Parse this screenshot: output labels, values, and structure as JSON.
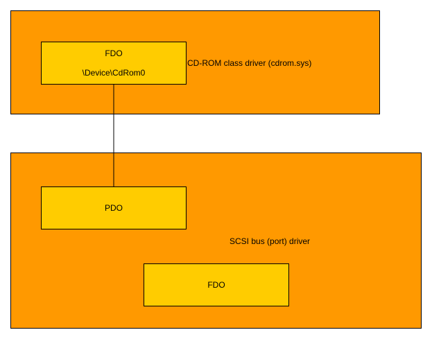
{
  "colors": {
    "layer_fill": "#ff9900",
    "node_fill": "#ffcc00",
    "stroke": "#000000"
  },
  "class_driver": {
    "label": "CD-ROM class driver (cdrom.sys)",
    "fdo": {
      "type": "FDO",
      "device_name": "\\Device\\CdRom0"
    }
  },
  "port_driver": {
    "label": "SCSI bus (port) driver",
    "pdo": {
      "type": "PDO"
    },
    "fdo": {
      "type": "FDO"
    }
  }
}
